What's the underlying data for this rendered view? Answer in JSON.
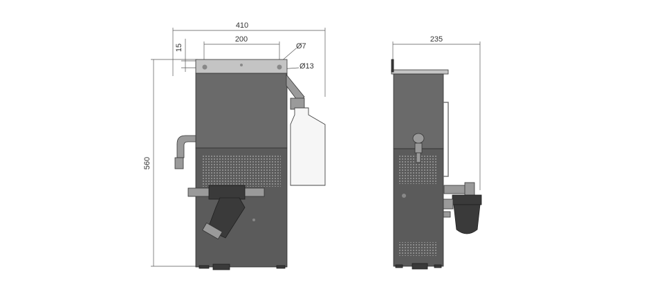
{
  "drawing": {
    "front_view": {
      "dims": {
        "overall_width": "410",
        "inner_width": "200",
        "top_offset": "15",
        "height": "560",
        "small_hole": "Ø7",
        "large_hole": "Ø13"
      }
    },
    "side_view": {
      "dims": {
        "depth": "235"
      }
    }
  },
  "colors": {
    "body": "#5b5b5b",
    "plate": "#c4c4c4",
    "dim_line": "#555555"
  }
}
